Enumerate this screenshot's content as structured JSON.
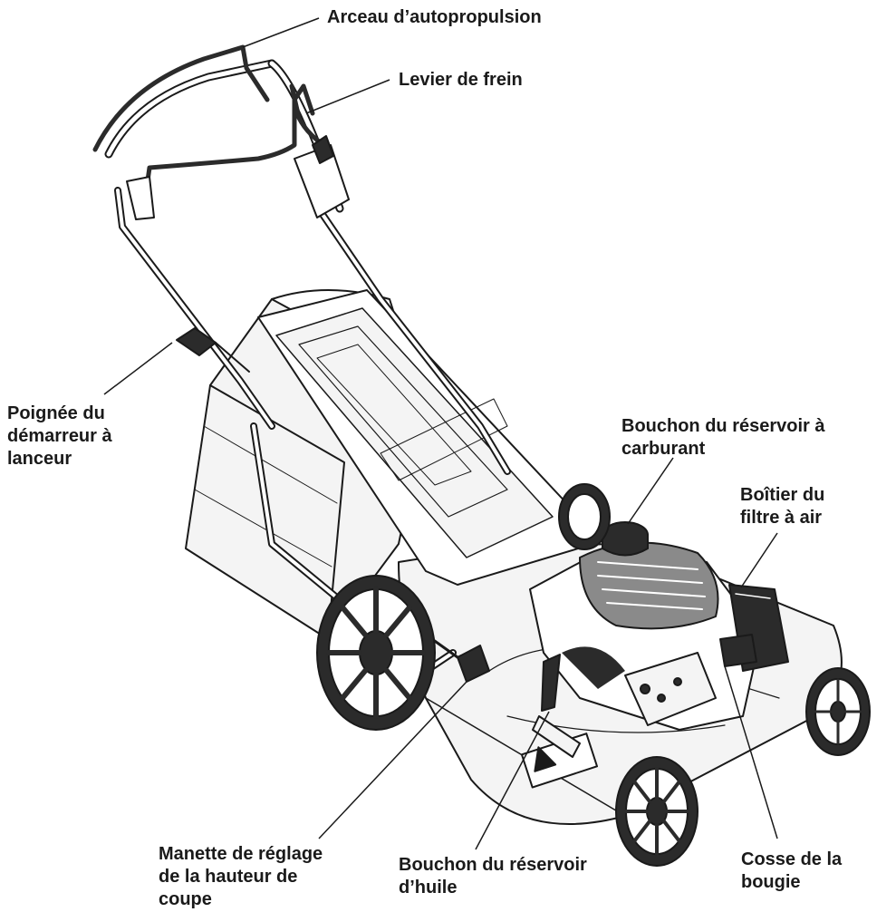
{
  "labels": {
    "self_propel_bail": "Arceau d’autopropulsion",
    "brake_lever": "Levier de frein",
    "starter_handle": [
      "Poignée du",
      "démarreur à",
      "lanceur"
    ],
    "fuel_cap": [
      "Bouchon du réservoir à",
      "carburant"
    ],
    "air_filter": [
      "Boîtier du",
      "filtre à air"
    ],
    "height_adjust": [
      "Manette de réglage",
      "de la hauteur de",
      "coupe"
    ],
    "oil_cap": [
      "Bouchon du réservoir",
      "d’huile"
    ],
    "spark_plug": [
      "Cosse de la",
      "bougie"
    ]
  },
  "colors": {
    "line": "#1a1a1a",
    "fill_dark": "#2b2b2b",
    "fill_mid": "#8a8a8a",
    "fill_light": "#f4f4f4"
  }
}
